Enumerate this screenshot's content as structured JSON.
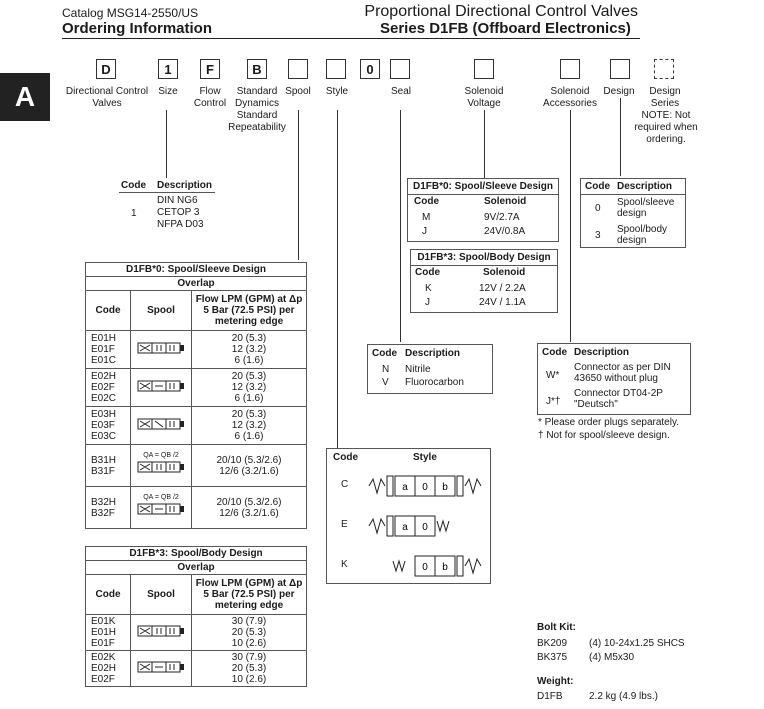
{
  "header": {
    "catalog": "Catalog MSG14-2550/US",
    "ordering": "Ordering Information",
    "title": "Proportional Directional Control Valves",
    "series": "Series D1FB (Offboard Electronics)",
    "tab": "A"
  },
  "code_boxes": [
    "D",
    "1",
    "F",
    "B",
    "",
    "",
    "0",
    "",
    "",
    "",
    ""
  ],
  "code_labels": {
    "directional": "Directional Control Valves",
    "size": "Size",
    "flow": "Flow Control",
    "standard": "Standard Dynamics Standard Repeatability",
    "spool": "Spool",
    "style": "Style",
    "seal": "Seal",
    "voltage": "Solenoid Voltage",
    "accessories": "Solenoid Accessories",
    "design": "Design",
    "series": "Design Series",
    "series_note": "NOTE: Not required when ordering."
  },
  "size_table": {
    "h_code": "Code",
    "h_desc": "Description",
    "rows": [
      {
        "code": "1",
        "desc": [
          "DIN NG6",
          "CETOP 3",
          "NFPA D03"
        ]
      }
    ]
  },
  "solenoid_sleeve": {
    "title": "D1FB*0: Spool/Sleeve Design",
    "h_code": "Code",
    "h_sol": "Solenoid",
    "rows": [
      {
        "code": "M",
        "val": "9V/2.7A"
      },
      {
        "code": "J",
        "val": "24V/0.8A"
      }
    ]
  },
  "solenoid_body": {
    "title": "D1FB*3: Spool/Body Design",
    "h_code": "Code",
    "h_sol": "Solenoid",
    "rows": [
      {
        "code": "K",
        "val": "12V / 2.2A"
      },
      {
        "code": "J",
        "val": "24V / 1.1A"
      }
    ]
  },
  "design_table": {
    "h_code": "Code",
    "h_desc": "Description",
    "rows": [
      {
        "code": "0",
        "desc": "Spool/sleeve design"
      },
      {
        "code": "3",
        "desc": "Spool/body design"
      }
    ]
  },
  "seal_table": {
    "h_code": "Code",
    "h_desc": "Description",
    "rows": [
      {
        "code": "N",
        "desc": "Nitrile"
      },
      {
        "code": "V",
        "desc": "Fluorocarbon"
      }
    ]
  },
  "acc_table": {
    "h_code": "Code",
    "h_desc": "Description",
    "rows": [
      {
        "code": "W*",
        "desc": "Connector as per DIN 43650 without plug"
      },
      {
        "code": "J*†",
        "desc": "Connector DT04-2P \"Deutsch\""
      }
    ],
    "note1": "*  Please order plugs separately.",
    "note2": "†  Not for spool/sleeve design."
  },
  "spool_sleeve": {
    "title": "D1FB*0: Spool/Sleeve Design",
    "overlap": "Overlap",
    "h_code": "Code",
    "h_spool": "Spool",
    "h_flow": "Flow LPM (GPM) at Δp 5 Bar (72.5 PSI) per metering edge",
    "groups": [
      {
        "codes": [
          "E01H",
          "E01F",
          "E01C"
        ],
        "flows": [
          "20 (5.3)",
          "12 (3.2)",
          "6 (1.6)"
        ],
        "qnote": ""
      },
      {
        "codes": [
          "E02H",
          "E02F",
          "E02C"
        ],
        "flows": [
          "20 (5.3)",
          "12 (3.2)",
          "6 (1.6)"
        ],
        "qnote": ""
      },
      {
        "codes": [
          "E03H",
          "E03F",
          "E03C"
        ],
        "flows": [
          "20 (5.3)",
          "12 (3.2)",
          "6 (1.6)"
        ],
        "qnote": ""
      },
      {
        "codes": [
          "B31H",
          "B31F"
        ],
        "flows": [
          "20/10 (5.3/2.6)",
          "12/6  (3.2/1.6)"
        ],
        "qnote": "QA = QB /2"
      },
      {
        "codes": [
          "B32H",
          "B32F"
        ],
        "flows": [
          "20/10 (5.3/2.6)",
          "12/6  (3.2/1.6)"
        ],
        "qnote": "QA = QB /2"
      }
    ]
  },
  "spool_body": {
    "title": "D1FB*3: Spool/Body Design",
    "overlap": "Overlap",
    "h_code": "Code",
    "h_spool": "Spool",
    "h_flow": "Flow LPM (GPM) at Δp 5 Bar (72.5 PSI) per metering edge",
    "groups": [
      {
        "codes": [
          "E01K",
          "E01H",
          "E01F"
        ],
        "flows": [
          "30 (7.9)",
          "20 (5.3)",
          "10 (2.6)"
        ]
      },
      {
        "codes": [
          "E02K",
          "E02H",
          "E02F"
        ],
        "flows": [
          "30 (7.9)",
          "20 (5.3)",
          "10 (2.6)"
        ]
      }
    ]
  },
  "style_table": {
    "h_code": "Code",
    "h_style": "Style",
    "rows": [
      {
        "code": "C"
      },
      {
        "code": "E"
      },
      {
        "code": "K"
      }
    ],
    "a": "a",
    "zero": "0",
    "b": "b"
  },
  "bolt_kit": {
    "title": "Bolt Kit:",
    "rows": [
      {
        "code": "BK209",
        "desc": "(4) 10-24x1.25 SHCS"
      },
      {
        "code": "BK375",
        "desc": "(4) M5x30"
      }
    ]
  },
  "weight": {
    "title": "Weight:",
    "code": "D1FB",
    "val": "2.2 kg (4.9 lbs.)"
  }
}
